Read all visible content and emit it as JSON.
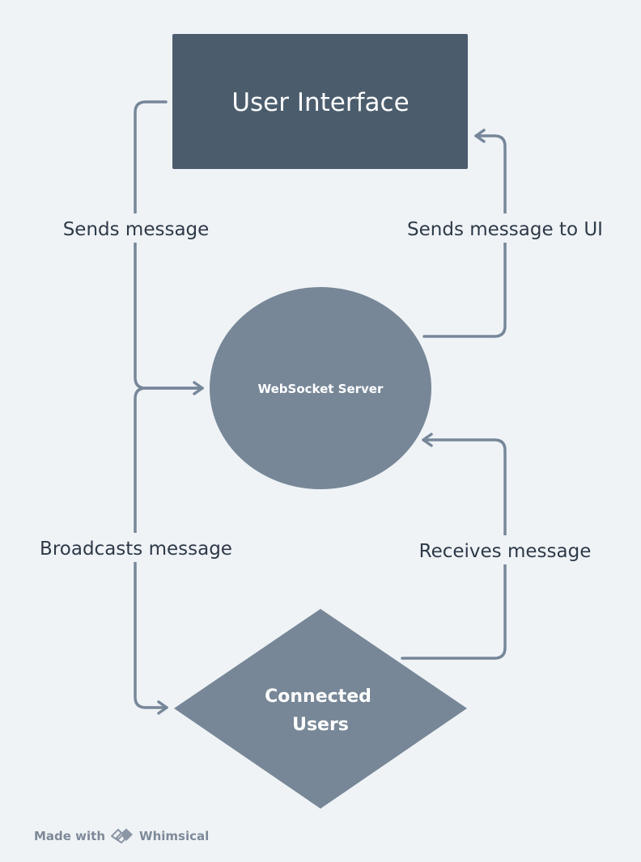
{
  "nodes": {
    "user_interface": "User Interface",
    "websocket_server": "WebSocket Server",
    "connected_users_line1": "Connected",
    "connected_users_line2": "Users"
  },
  "edges": {
    "sends_message": "Sends message",
    "sends_message_to_ui": "Sends message to UI",
    "broadcasts_message": "Broadcasts message",
    "receives_message": "Receives message"
  },
  "footer": {
    "made_with": "Made with",
    "brand": "Whimsical"
  },
  "colors": {
    "background": "#eff3f6",
    "ui_box": "#4b5d6d",
    "server_circle": "#778797",
    "users_diamond": "#778797",
    "connector": "#77879a",
    "label_text": "#2e3a48"
  }
}
